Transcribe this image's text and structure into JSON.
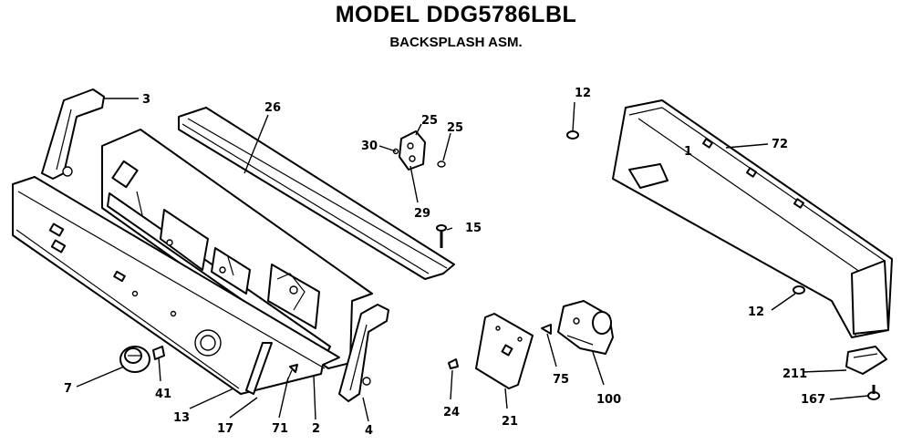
{
  "header": {
    "title": "MODEL DDG5786LBL",
    "subtitle": "BACKSPLASH ASM."
  },
  "callouts": {
    "c3": "3",
    "c26": "26",
    "c30": "30",
    "c25a": "25",
    "c25b": "25",
    "c29": "29",
    "c15": "15",
    "c12a": "12",
    "c72": "72",
    "c12b": "12",
    "c7": "7",
    "c41": "41",
    "c13": "13",
    "c17": "17",
    "c71": "71",
    "c2": "2",
    "c4": "4",
    "c24": "24",
    "c21": "21",
    "c75": "75",
    "c100": "100",
    "c211": "211",
    "c167": "167",
    "c1": "1"
  }
}
